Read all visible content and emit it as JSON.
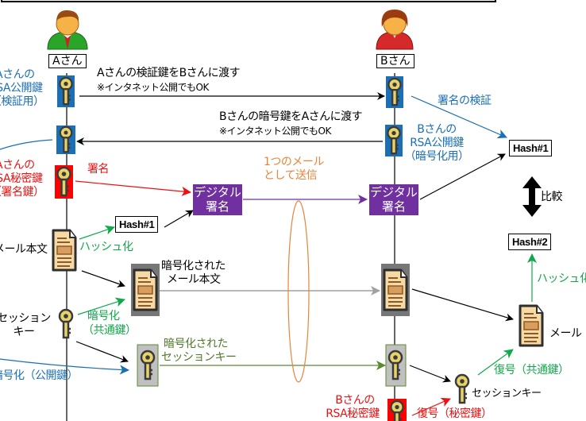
{
  "actors": {
    "a_name": "Aさん",
    "b_name": "Bさん"
  },
  "messages": {
    "a_to_b_line1": "Aさんの検証鍵をBさんに渡す",
    "a_to_b_line2": "※インタネット公開でもOK",
    "b_to_a_line1": "Bさんの暗号鍵をAさんに渡す",
    "b_to_a_line2": "※インタネット公開でもOK"
  },
  "keys": {
    "a_public_line1": "Aさんの",
    "a_public_line2": "RSA公開鍵",
    "a_public_line3": "（検証用）",
    "a_private_line1": "Aさんの",
    "a_private_line2": "RSA秘密鍵",
    "a_private_line3": "（署名鍵）",
    "b_public_line1": "Bさんの",
    "b_public_line2": "RSA公開鍵",
    "b_public_line3": "（暗号化用）",
    "b_private_line1": "Bさんの",
    "b_private_line2": "RSA秘密鍵",
    "session_key_line1": "セッション",
    "session_key_line2": "キー",
    "session_key_b": "セッションキー"
  },
  "labels": {
    "sign": "署名",
    "verify": "署名の検証",
    "hashing_a": "ハッシュ化",
    "hashing_b": "ハッシュ化",
    "compare": "比較",
    "digital_sig_line1": "デジタル",
    "digital_sig_line2": "署名",
    "send_line1": "1つのメール",
    "send_line2": "として送信",
    "mail_body": "メール本文",
    "encrypted_mail_line1": "暗号化された",
    "encrypted_mail_line2": "メール本文",
    "encrypt_common_line1": "暗号化",
    "encrypt_common_line2": "（共通鍵）",
    "encrypted_session_line1": "暗号化された",
    "encrypted_session_line2": "セッションキー",
    "encrypt_public": "暗号化（公開鍵）",
    "decrypt_common": "復号（共通鍵）",
    "decrypt_private": "復号（秘密鍵）",
    "mail": "メール"
  },
  "hashes": {
    "hash1_a": "Hash#1",
    "hash1_b": "Hash#1",
    "hash2": "Hash#2"
  },
  "colors": {
    "blue": "#1a6fb5",
    "red": "#ee1111",
    "green": "#11a84a",
    "purple": "#7030a0",
    "orange": "#e8843a",
    "dark_green": "#4f7a2a",
    "gray": "#a0a0a0"
  }
}
